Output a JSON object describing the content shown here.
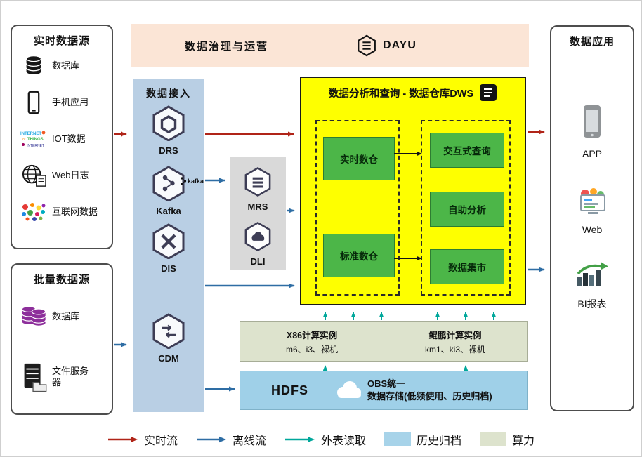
{
  "colors": {
    "realtime_arrow": "#b02418",
    "offline_arrow": "#2e6da4",
    "external_arrow": "#00a79b",
    "archive_swatch": "#a7d3e9",
    "compute_swatch": "#dde3cd",
    "dws_bg": "#feff00",
    "green_box": "#4cb648",
    "ingestion_bg": "#b9cfe4",
    "governance_bg": "#fbe5d6",
    "middleware_bg": "#d9d9d9",
    "storage_bg": "#9fd0e8"
  },
  "realtime_sources": {
    "title": "实时数据源",
    "items": [
      {
        "label": "数据库",
        "icon": "database-icon"
      },
      {
        "label": "手机应用",
        "icon": "phone-icon"
      },
      {
        "label": "IOT数据",
        "icon": "iot-icon"
      },
      {
        "label": "Web日志",
        "icon": "web-log-icon"
      },
      {
        "label": "互联网数据",
        "icon": "internet-data-icon"
      }
    ]
  },
  "batch_sources": {
    "title": "批量数据源",
    "items": [
      {
        "label": "数据库",
        "icon": "database-purple-icon"
      },
      {
        "label": "文件服务器",
        "icon": "file-server-icon"
      }
    ]
  },
  "governance": {
    "title": "数据治理与运营",
    "product": "DAYU"
  },
  "ingestion": {
    "title": "数据接入",
    "kafka_badge": "kafka",
    "services": [
      {
        "name": "DRS"
      },
      {
        "name": "Kafka"
      },
      {
        "name": "DIS"
      },
      {
        "name": "CDM"
      }
    ]
  },
  "middleware": {
    "services": [
      {
        "name": "MRS"
      },
      {
        "name": "DLI"
      }
    ]
  },
  "dws": {
    "title": "数据分析和查询 - 数据仓库DWS",
    "warehouses": [
      {
        "label": "实时数仓"
      },
      {
        "label": "标准数仓"
      }
    ],
    "analytics": [
      {
        "label": "交互式查询"
      },
      {
        "label": "自助分析"
      },
      {
        "label": "数据集市"
      }
    ]
  },
  "compute": {
    "x86_title": "X86计算实例",
    "x86_spec": "m6、i3、裸机",
    "kunpeng_title": "鲲鹏计算实例",
    "kunpeng_spec": "km1、ki3、裸机"
  },
  "storage": {
    "hdfs": "HDFS",
    "obs_line1": "OBS统一",
    "obs_line2": "数据存储(低频使用、历史归档)"
  },
  "applications": {
    "title": "数据应用",
    "items": [
      {
        "label": "APP",
        "icon": "app-phone-icon"
      },
      {
        "label": "Web",
        "icon": "web-app-icon"
      },
      {
        "label": "BI报表",
        "icon": "bi-report-icon"
      }
    ]
  },
  "legend": {
    "realtime": "实时流",
    "offline": "离线流",
    "external": "外表读取",
    "archive": "历史归档",
    "compute": "算力"
  }
}
